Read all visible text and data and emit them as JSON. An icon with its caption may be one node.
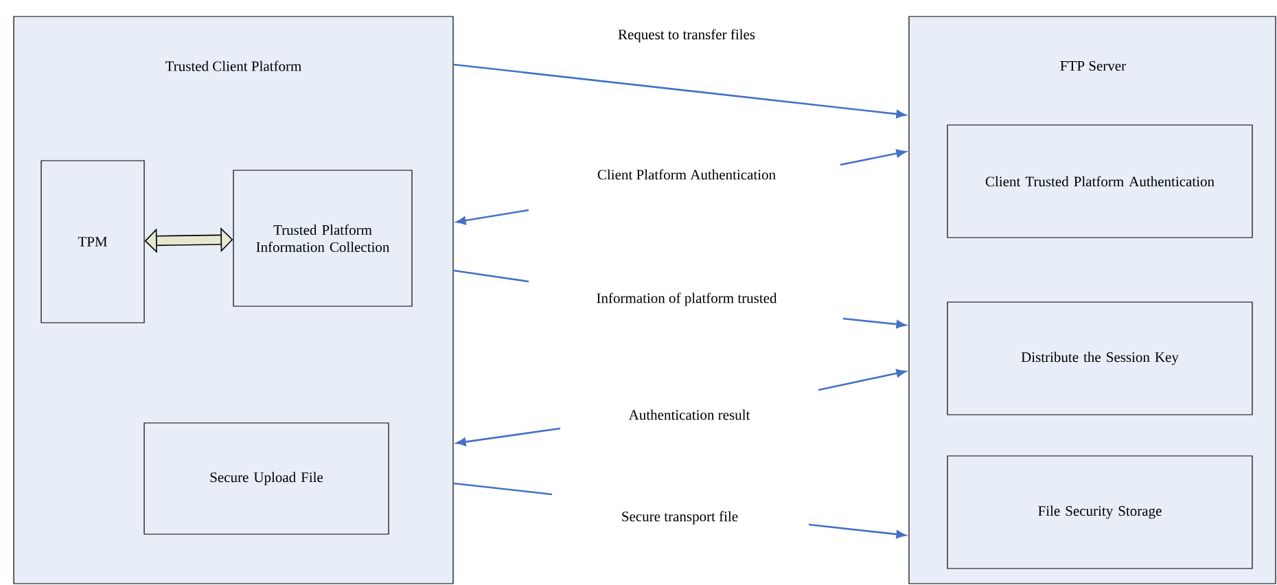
{
  "diagram": {
    "nodes": [
      {
        "text": [
          "Trusted  Client Platform"
        ]
      },
      {
        "text": [
          "TPM"
        ],
        "in": 0
      },
      {
        "text": [
          "Trusted Platform Information Collection"
        ],
        "in": 0
      },
      {
        "text": [
          "Secure Upload File"
        ],
        "in": 0
      },
      {
        "text": [
          "FTP Server"
        ]
      },
      {
        "text": [
          "Client Trusted Platform Authentication"
        ],
        "in": 4
      },
      {
        "text": [
          "Distribute the Session Key"
        ],
        "in": 4
      },
      {
        "text": [
          "File Security Storage"
        ],
        "in": 4
      },
      {
        "text": [
          "Client  Platform Authentication"
        ]
      },
      {
        "text": [
          "Information of platform trusted"
        ]
      },
      {
        "text": [
          "Authentication result"
        ]
      },
      {
        "text": [
          "Secure transport file"
        ]
      }
    ],
    "edges": [
      {
        "from": 1,
        "to": 2,
        "arrow": "both",
        "style": "thick",
        "color": "#000000"
      },
      {
        "from": 0,
        "to": 4,
        "arrow": "to",
        "label": "Request to transfer files"
      },
      {
        "from": 8,
        "to": 4,
        "arrow": "to"
      },
      {
        "from": 8,
        "to": 0,
        "arrow": "to"
      },
      {
        "from": 0,
        "to": 9,
        "arrow": "none"
      },
      {
        "from": 9,
        "to": 4,
        "arrow": "to"
      },
      {
        "from": 10,
        "to": 4,
        "arrow": "to"
      },
      {
        "from": 10,
        "to": 0,
        "arrow": "to"
      },
      {
        "from": 0,
        "to": 11,
        "arrow": "none"
      },
      {
        "from": 11,
        "to": 4,
        "arrow": "to"
      }
    ]
  }
}
